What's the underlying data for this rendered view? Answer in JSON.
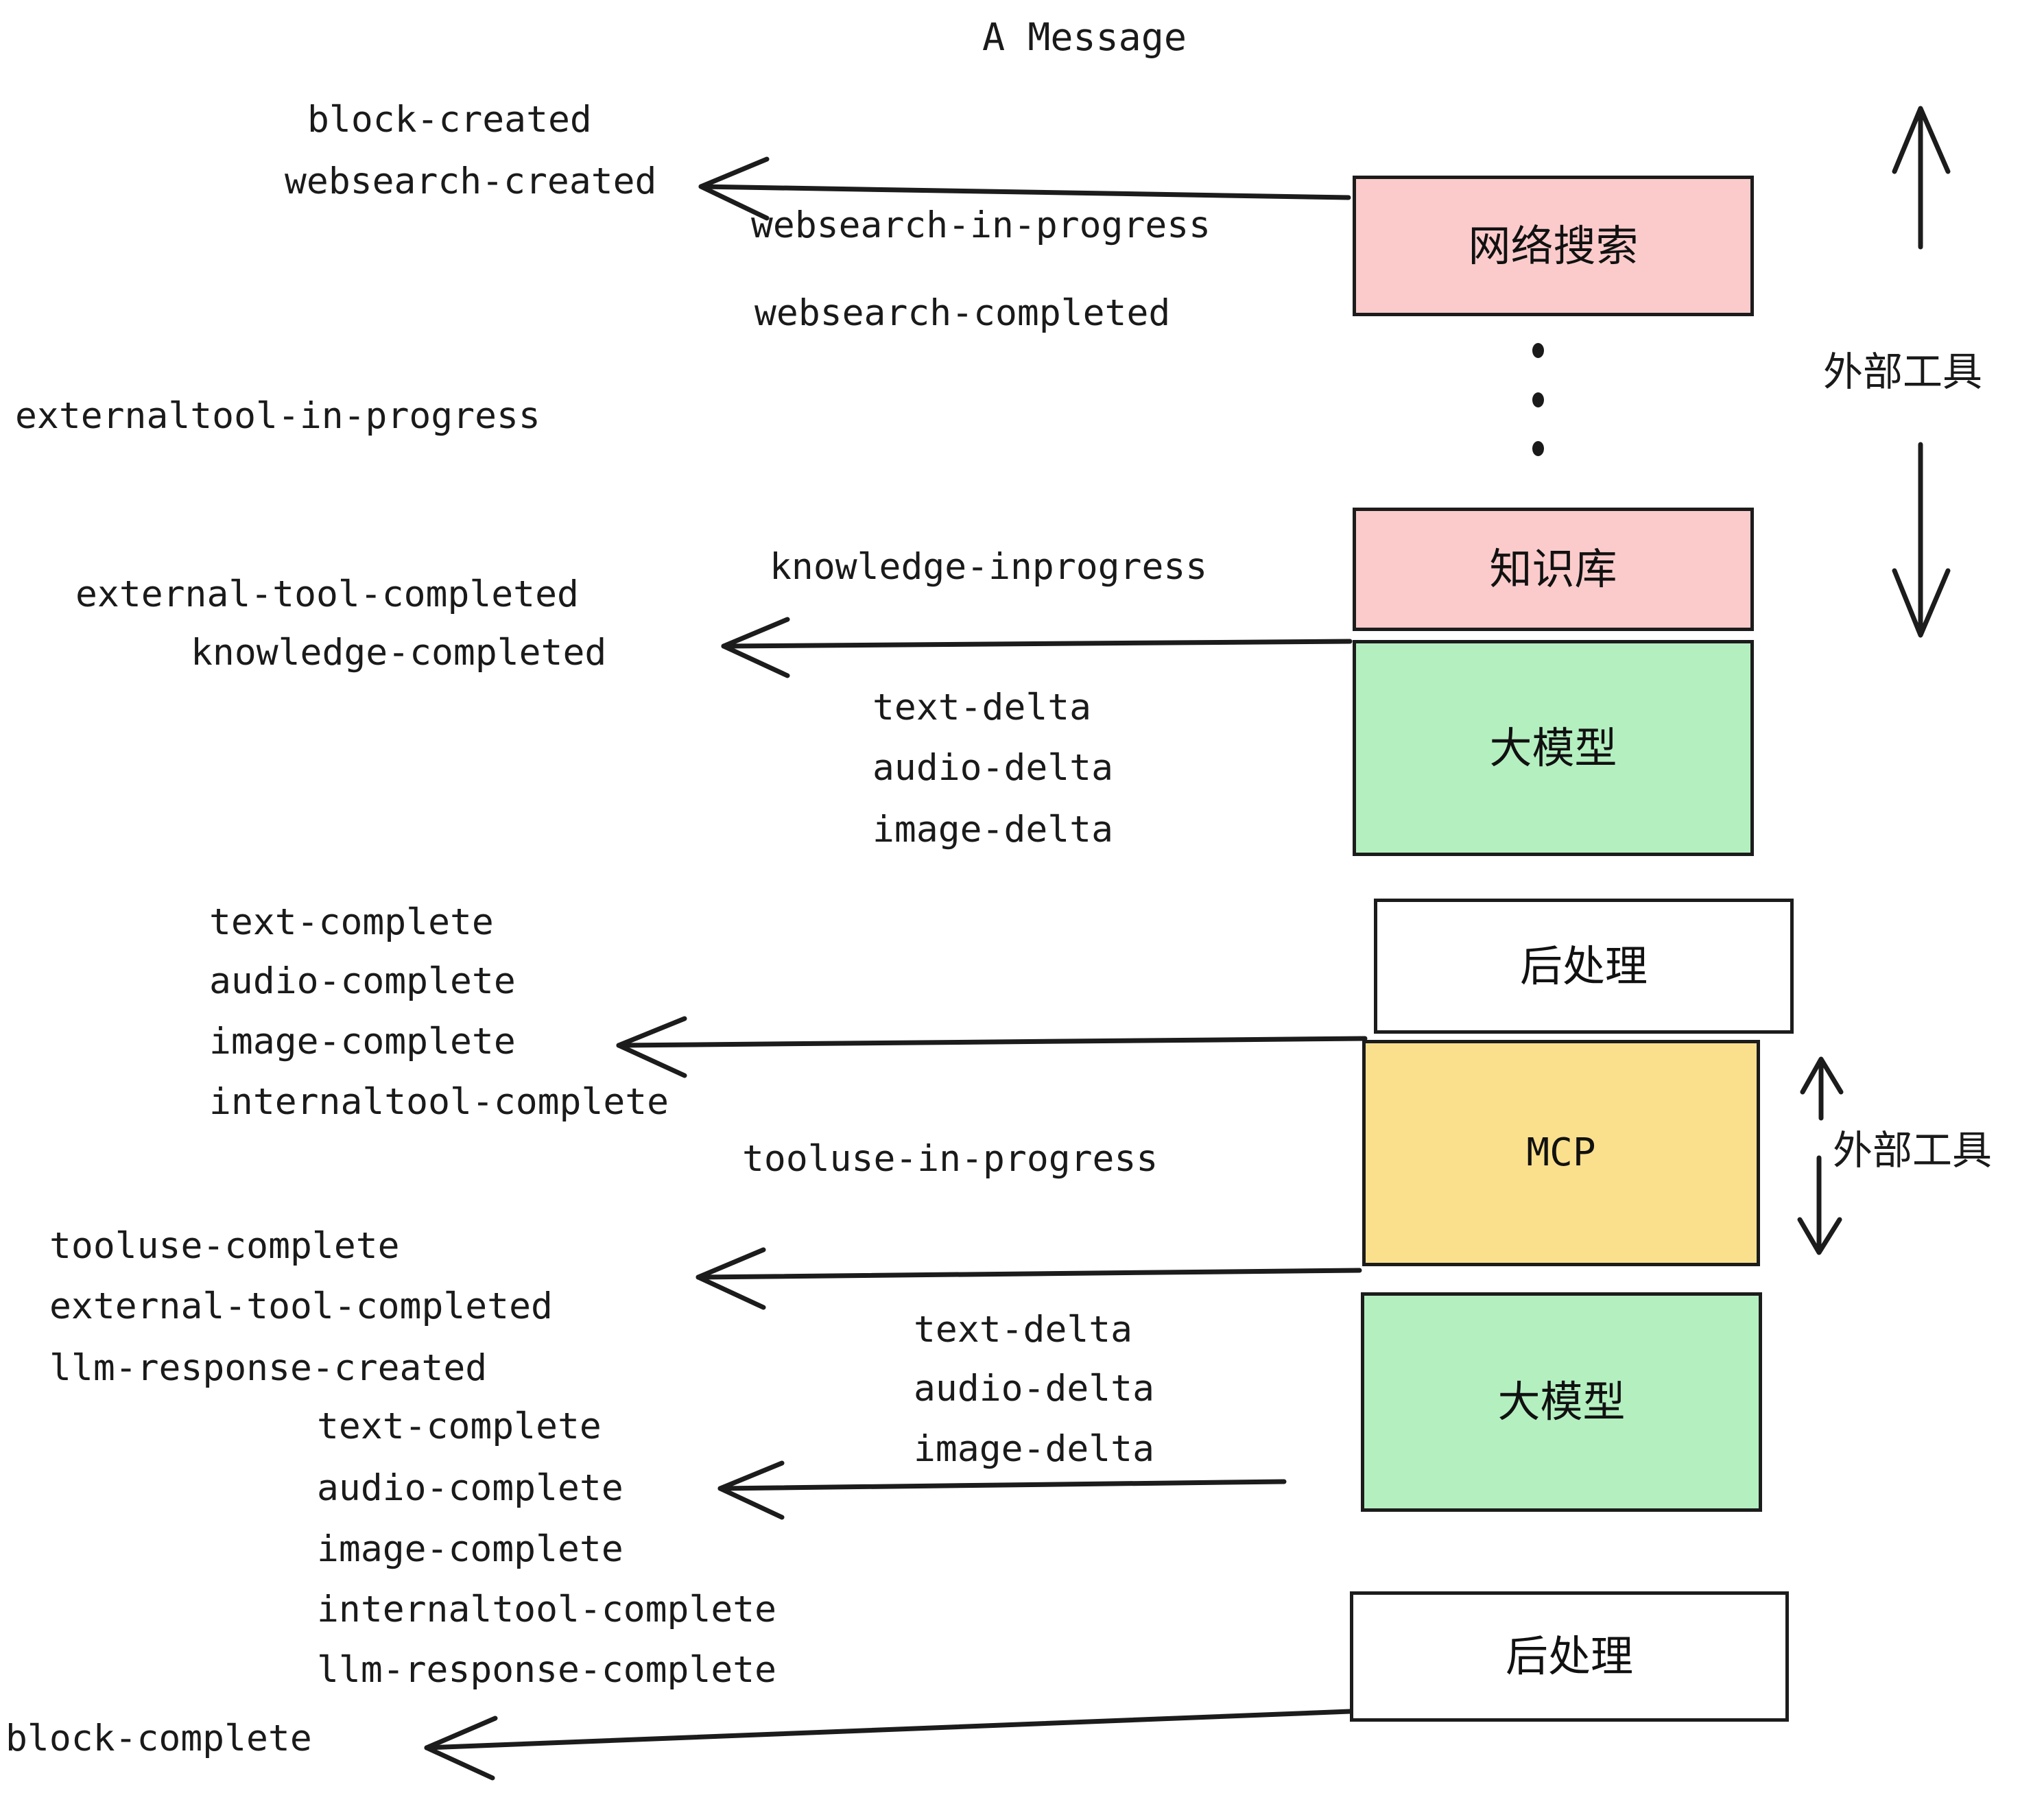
{
  "title": "A Message",
  "colors": {
    "external_tool_fill": "#FBCBCB",
    "llm_fill": "#B4EFC0",
    "mcp_fill": "#FAE08C",
    "postprocess_fill": "#FFFFFF",
    "stroke": "#1c1c1c",
    "text": "#1a1a1a",
    "background": "#FFFFFF"
  },
  "nodes": {
    "websearch": "网络搜索",
    "knowledge": "知识库",
    "llm_first": "大模型",
    "postprocess_first": "后处理",
    "mcp": "MCP",
    "llm_second": "大模型",
    "postprocess_second": "后处理"
  },
  "group_labels": {
    "external_tools_top": "外部工具",
    "external_tools_bottom": "外部工具"
  },
  "events": {
    "block_created": "block-created",
    "websearch_created": "websearch-created",
    "websearch_in_progress": "websearch-in-progress",
    "websearch_completed": "websearch-completed",
    "externaltool_in_progress": "externaltool-in-progress",
    "knowledge_inprogress": "knowledge-inprogress",
    "external_tool_completed_1": "external-tool-completed",
    "knowledge_completed": "knowledge-completed",
    "text_delta_1": "text-delta",
    "audio_delta_1": "audio-delta",
    "image_delta_1": "image-delta",
    "text_complete_1": "text-complete",
    "audio_complete_1": "audio-complete",
    "image_complete_1": "image-complete",
    "internaltool_complete_1": "internaltool-complete",
    "tooluse_in_progress": "tooluse-in-progress",
    "tooluse_complete": "tooluse-complete",
    "external_tool_completed_2": "external-tool-completed",
    "llm_response_created": "llm-response-created",
    "text_delta_2": "text-delta",
    "audio_delta_2": "audio-delta",
    "image_delta_2": "image-delta",
    "text_complete_2": "text-complete",
    "audio_complete_2": "audio-complete",
    "image_complete_2": "image-complete",
    "internaltool_complete_2": "internaltool-complete",
    "llm_response_complete": "llm-response-complete",
    "block_complete": "block-complete"
  }
}
